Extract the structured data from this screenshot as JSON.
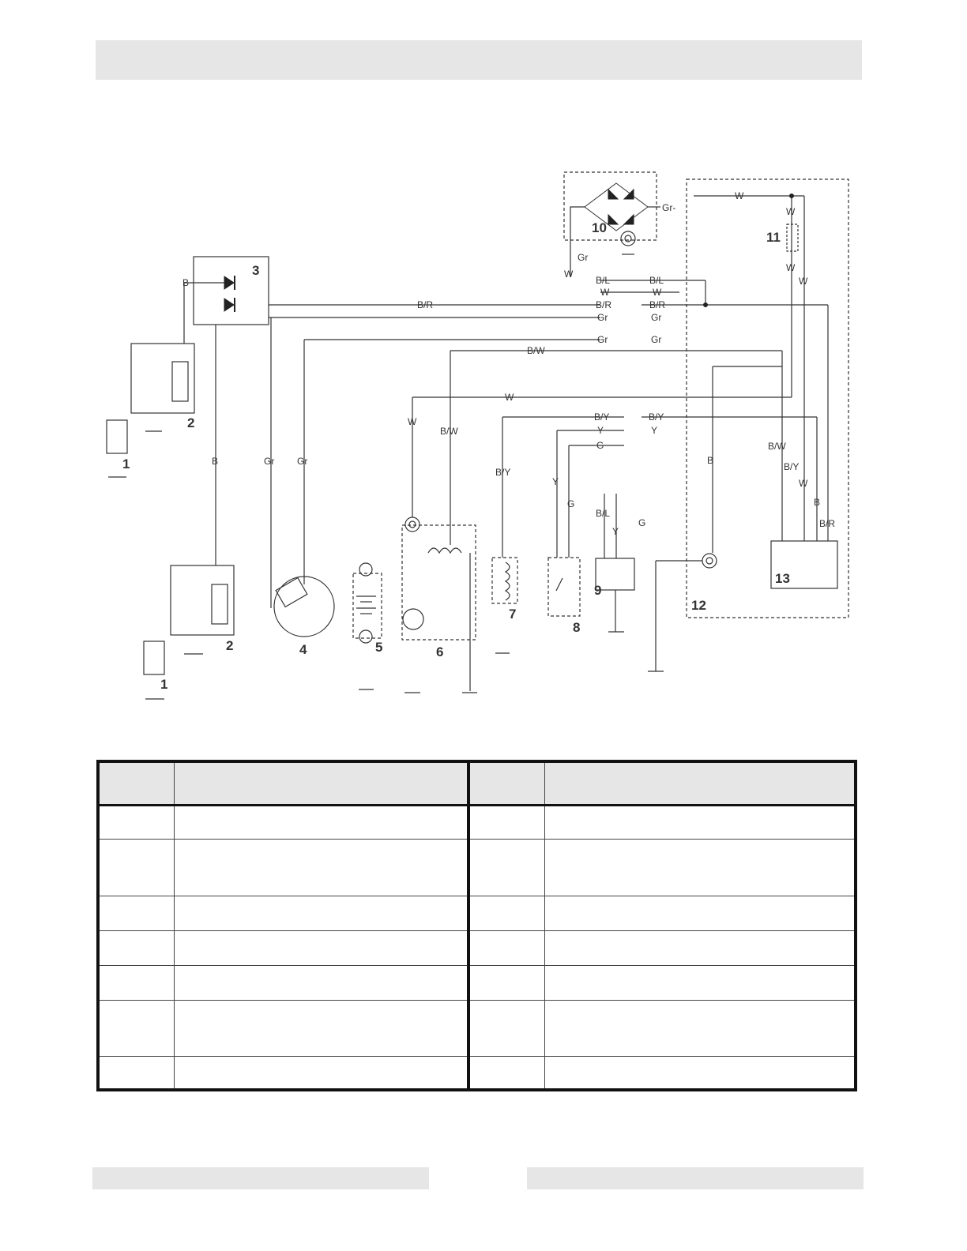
{
  "wire_labels": {
    "B": "B",
    "Gr": "Gr",
    "Gr_dash": "Gr-",
    "W": "W",
    "BR": "B/R",
    "BL": "B/L",
    "BW": "B/W",
    "BY": "B/Y",
    "Y": "Y",
    "G": "G"
  },
  "component_numbers": [
    "1",
    "2",
    "3",
    "4",
    "5",
    "6",
    "7",
    "8",
    "9",
    "10",
    "11",
    "12",
    "13"
  ],
  "legend_table": {
    "header": [
      "",
      "",
      "",
      ""
    ],
    "rows": [
      [
        "",
        "",
        "",
        ""
      ],
      [
        "",
        "",
        "",
        ""
      ],
      [
        "",
        "",
        "",
        ""
      ],
      [
        "",
        "",
        "",
        ""
      ],
      [
        "",
        "",
        "",
        ""
      ],
      [
        "",
        "",
        "",
        ""
      ],
      [
        "",
        "",
        "",
        ""
      ]
    ]
  }
}
